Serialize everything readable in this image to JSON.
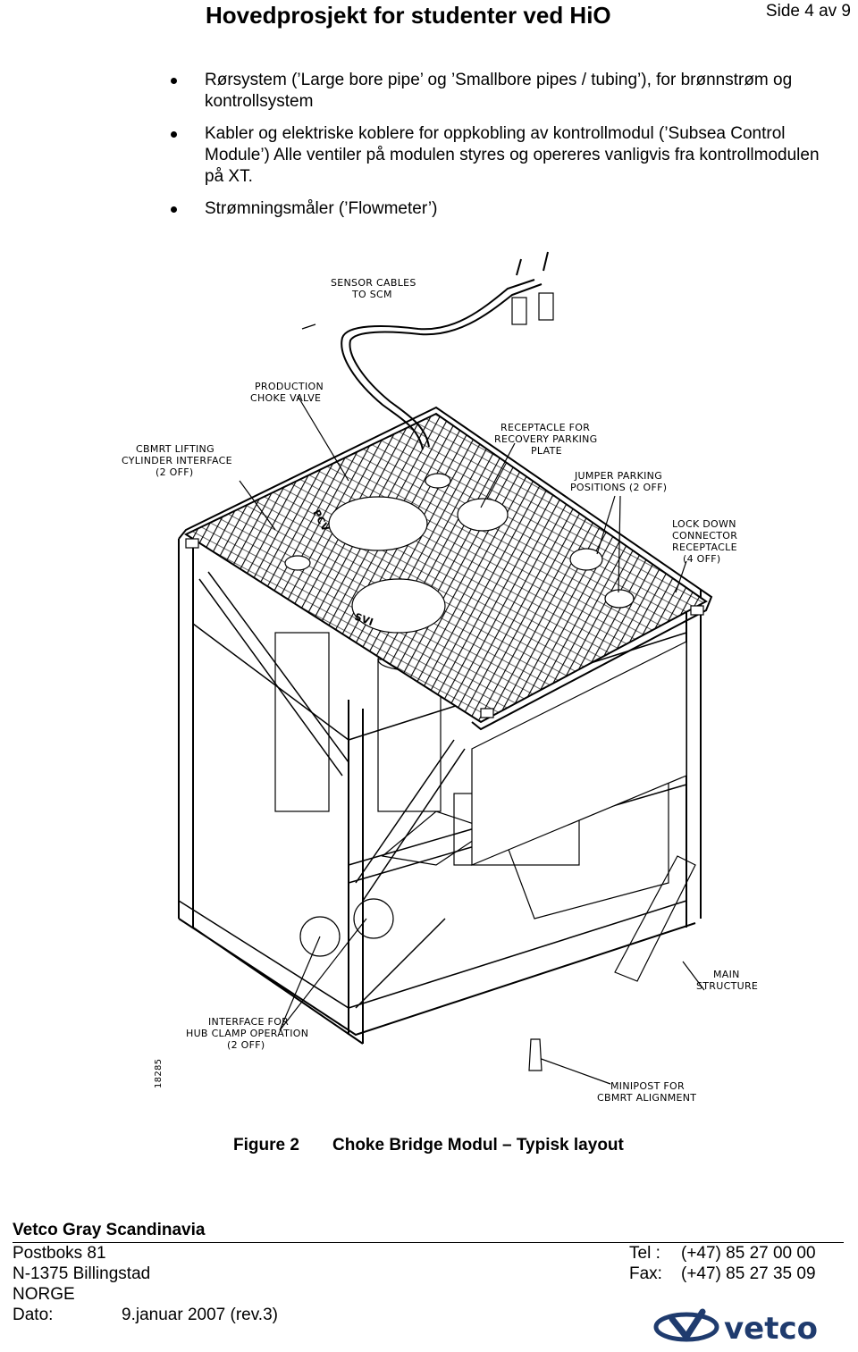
{
  "header": {
    "title": "Hovedprosjekt for studenter ved HiO",
    "page": "Side 4 av 9"
  },
  "bullets": [
    "Rørsystem (’Large bore pipe’ og ’Smallbore pipes / tubing’), for brønnstrøm og kontrollsystem",
    "Kabler og elektriske koblere for oppkobling av kontrollmodul (’Subsea Control Module’) Alle ventiler på modulen styres og opereres vanligvis fra kontrollmodulen på XT.",
    "Strømningsmåler (’Flowmeter’)"
  ],
  "figure": {
    "labels": {
      "sensor_1": "SENSOR CABLES",
      "sensor_2": "TO SCM",
      "prod_1": "PRODUCTION",
      "prod_2": "CHOKE VALVE",
      "cbmrt_1": "CBMRT LIFTING",
      "cbmrt_2": "CYLINDER INTERFACE",
      "cbmrt_3": "(2 OFF)",
      "recept_1": "RECEPTACLE FOR",
      "recept_2": "RECOVERY PARKING",
      "recept_3": "PLATE",
      "jumper_1": "JUMPER PARKING",
      "jumper_2": "POSITIONS (2 OFF)",
      "lock_1": "LOCK DOWN",
      "lock_2": "CONNECTOR",
      "lock_3": "RECEPTACLE",
      "lock_4": "(4 OFF)",
      "main_1": "MAIN",
      "main_2": "STRUCTURE",
      "hub_1": "INTERFACE FOR",
      "hub_2": "HUB CLAMP OPERATION",
      "hub_3": "(2 OFF)",
      "mini_1": "MINIPOST FOR",
      "mini_2": "CBMRT ALIGNMENT",
      "drawing_no": "18285",
      "pcv": "PCV",
      "svi": "SVI"
    },
    "caption_number": "Figure 2",
    "caption_text": "Choke Bridge Modul – Typisk layout"
  },
  "footer": {
    "company": "Vetco Gray Scandinavia",
    "address1": "Postboks 81",
    "address2": "N-1375 Billingstad",
    "address3": "NORGE",
    "tel_label": "Tel :",
    "tel": "(+47) 85 27 00 00",
    "fax_label": "Fax:",
    "fax": "(+47) 85 27 35 09",
    "date_label": "Dato:",
    "date": "9.januar 2007 (rev.3)",
    "logo_text": "vetco"
  }
}
